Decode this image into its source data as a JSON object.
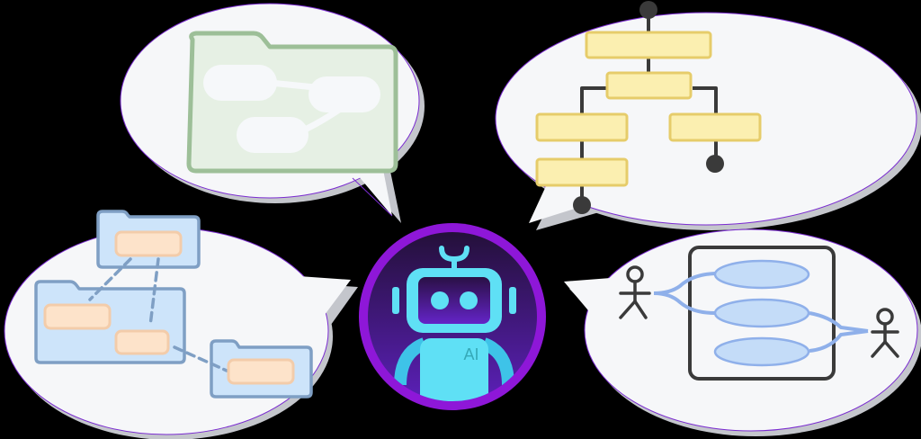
{
  "illustration": {
    "background": "#000000",
    "center": {
      "kind": "ai-robot-avatar",
      "badge_text": "AI",
      "colors": {
        "ring": "#8e17d8",
        "inner_top": "#2a1240",
        "inner_bottom": "#5a1fb8",
        "robot": "#5fe0f5",
        "robot_dark": "#3ec3e8",
        "text": "#35a9b8"
      }
    },
    "bubbles": [
      {
        "position": "top-left",
        "diagram": "mind-map-folder",
        "description": "Green folder containing three rounded nodes connected by lines",
        "colors": {
          "folder_fill": "#e6f0e4",
          "folder_stroke": "#9dbf98",
          "node_fill": "#f6f8fa"
        },
        "nodes": 3
      },
      {
        "position": "top-right",
        "diagram": "activity-flowchart",
        "description": "Yellow flowchart with start node, 5 boxes, branches and 2 end nodes",
        "colors": {
          "box_fill": "#fbefb0",
          "box_stroke": "#e6cc6a",
          "line": "#3a3a3a"
        },
        "boxes": 5,
        "terminals": 3
      },
      {
        "position": "bottom-left",
        "diagram": "package-diagram",
        "description": "Three blue folders with orange components connected by dashed lines",
        "colors": {
          "folder_fill": "#cde4fa",
          "folder_stroke": "#7f9fc4",
          "component_fill": "#fde3ca",
          "component_stroke": "#f3ccaa",
          "dash": "#7f9fc4"
        },
        "folders": 3,
        "components": 4
      },
      {
        "position": "bottom-right",
        "diagram": "use-case-diagram",
        "description": "System boundary with three use-case ellipses and two actors",
        "colors": {
          "boundary": "#3a3a3a",
          "ellipse_fill": "#c4dcf8",
          "ellipse_stroke": "#8fb0ea",
          "actor": "#3a3a3a"
        },
        "actors": 2,
        "use_cases": 3
      }
    ],
    "bubble_colors": {
      "fill": "#f6f7f9",
      "shadow": "#c4c6cc",
      "edge": "#7a2bd0"
    }
  }
}
